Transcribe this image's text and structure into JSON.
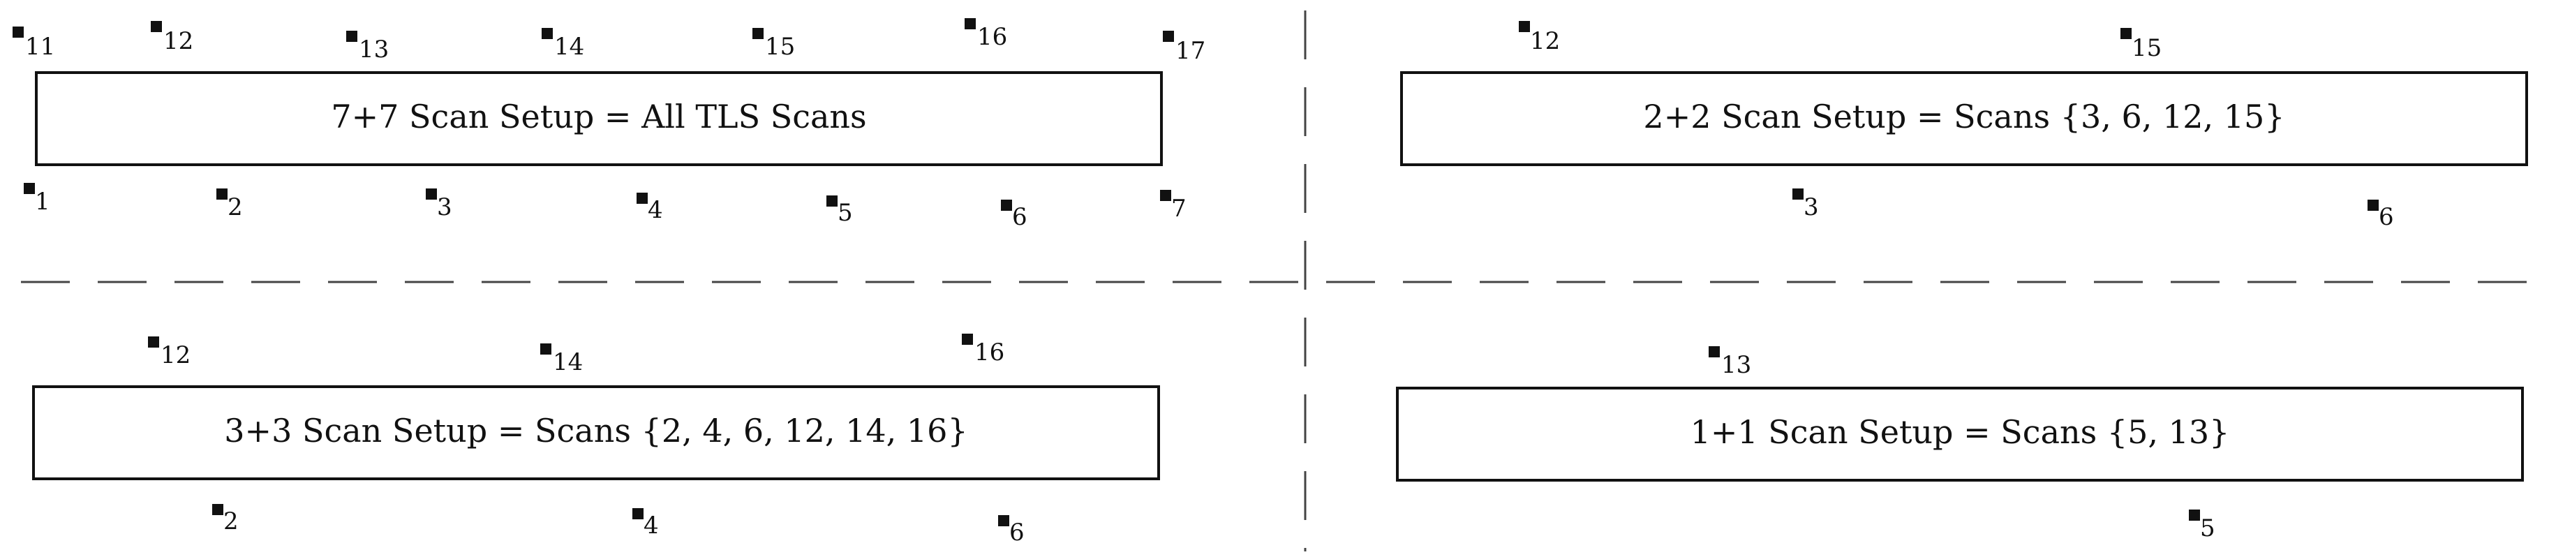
{
  "panels": [
    {
      "id": "panel-7x7",
      "title": "7+7 Scan Setup = All TLS Scans",
      "top_scans": [
        "11",
        "12",
        "13",
        "14",
        "15",
        "16",
        "17"
      ],
      "bottom_scans": [
        "1",
        "2",
        "3",
        "4",
        "5",
        "6",
        "7"
      ]
    },
    {
      "id": "panel-2x2",
      "title": "2+2 Scan Setup = Scans {3, 6,  12, 15}",
      "top_scans": [
        "12",
        "15"
      ],
      "bottom_scans": [
        "3",
        "6"
      ]
    },
    {
      "id": "panel-3x3",
      "title": "3+3 Scan Setup = Scans {2, 4,  6, 12, 14,  16}",
      "top_scans": [
        "12",
        "14",
        "16"
      ],
      "bottom_scans": [
        "2",
        "4",
        "6"
      ]
    },
    {
      "id": "panel-1x1",
      "title": "1+1 Scan Setup = Scans {5, 13}",
      "top_scans": [
        "13"
      ],
      "bottom_scans": [
        "5"
      ]
    }
  ]
}
